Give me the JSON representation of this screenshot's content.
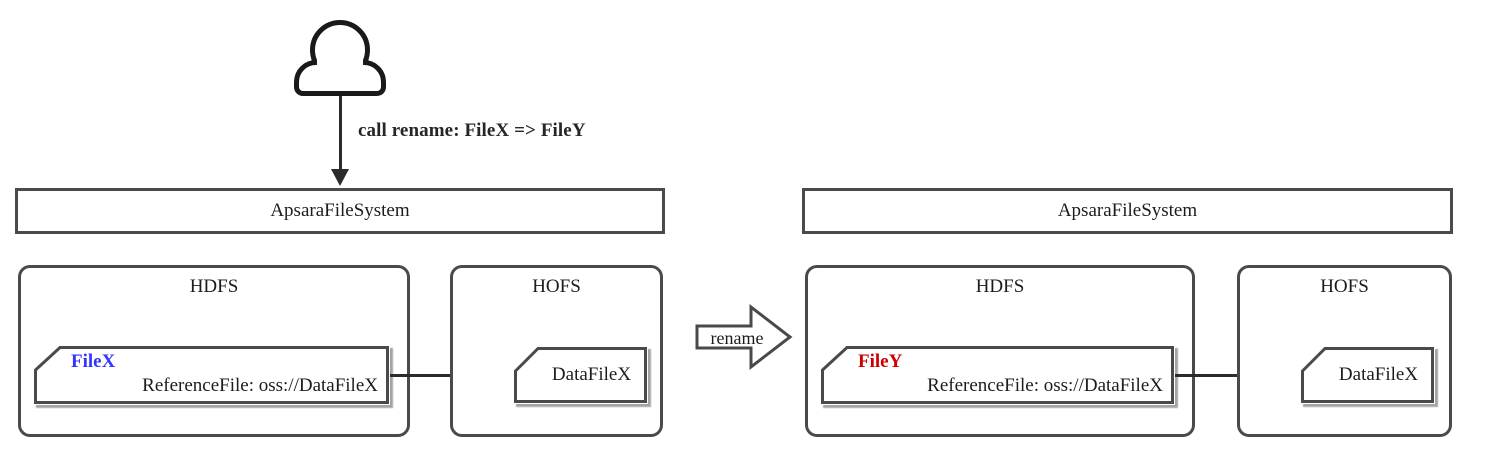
{
  "diagram": {
    "actor": {
      "icon": "user-actor-icon"
    },
    "call_arrow": {
      "label": "call rename: FileX => FileY"
    },
    "transition": {
      "label": "rename",
      "icon": "block-arrow-right-icon"
    },
    "panels": [
      {
        "id": "before",
        "system_label": "ApsaraFileSystem",
        "stores": [
          {
            "id": "hdfs",
            "label": "HDFS",
            "note": {
              "title": "FileX",
              "title_color": "#3333ff",
              "subtitle": "ReferenceFile: oss://DataFileX"
            }
          },
          {
            "id": "hofs",
            "label": "HOFS",
            "note": {
              "title": "DataFileX"
            }
          }
        ],
        "link": {
          "from": "hdfs-note",
          "to": "hofs-note"
        }
      },
      {
        "id": "after",
        "system_label": "ApsaraFileSystem",
        "stores": [
          {
            "id": "hdfs",
            "label": "HDFS",
            "note": {
              "title": "FileY",
              "title_color": "#cc0000",
              "subtitle": "ReferenceFile: oss://DataFileX"
            }
          },
          {
            "id": "hofs",
            "label": "HOFS",
            "note": {
              "title": "DataFileX"
            }
          }
        ],
        "link": {
          "from": "hdfs-note",
          "to": "hofs-note"
        }
      }
    ],
    "colors": {
      "stroke": "#4a4a4a",
      "arrow": "#2b2b2b",
      "text": "#1c1c1c",
      "file_before": "#3333ff",
      "file_after": "#cc0000"
    }
  }
}
